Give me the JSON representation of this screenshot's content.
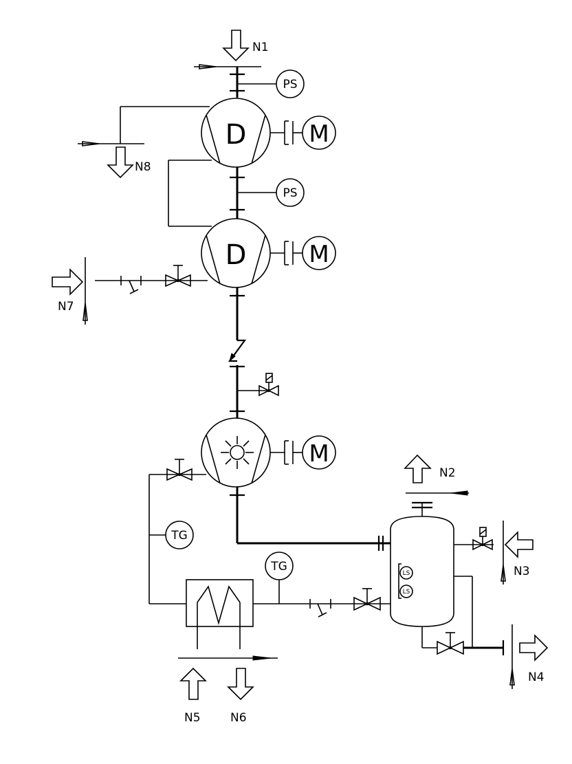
{
  "nozzles": {
    "n1": "N1",
    "n2": "N2",
    "n3": "N3",
    "n4": "N4",
    "n5": "N5",
    "n6": "N6",
    "n7": "N7",
    "n8": "N8"
  },
  "instruments": {
    "ps_top": "PS",
    "ps_mid": "PS",
    "tg_left": "TG",
    "tg_mid": "TG",
    "ls_upper": "LS",
    "ls_lower": "LS"
  },
  "equipment": {
    "pump1_symbol": "D",
    "pump2_symbol": "D",
    "motor1": "M",
    "motor2": "M",
    "motor3": "M"
  }
}
